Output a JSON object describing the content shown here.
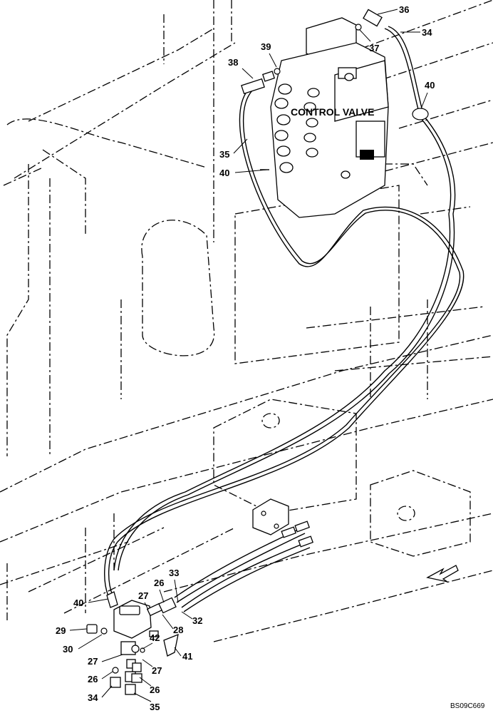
{
  "labels": {
    "control_valve": "CONTROL VALVE",
    "drawing_code": "BS09C669"
  },
  "callouts": {
    "c36": "36",
    "c34a": "34",
    "c37": "37",
    "c39": "39",
    "c38": "38",
    "c40a": "40",
    "c35a": "35",
    "c40b": "40",
    "c33": "33",
    "c26a": "26",
    "c27a": "27",
    "c40c": "40",
    "c32": "32",
    "c28": "28",
    "c29": "29",
    "c30": "30",
    "c42": "42",
    "c27b": "27",
    "c41": "41",
    "c27c": "27",
    "c26b": "26",
    "c26c": "26",
    "c34b": "34",
    "c35b": "35"
  },
  "icons": {
    "direction": "arrow-icon"
  }
}
